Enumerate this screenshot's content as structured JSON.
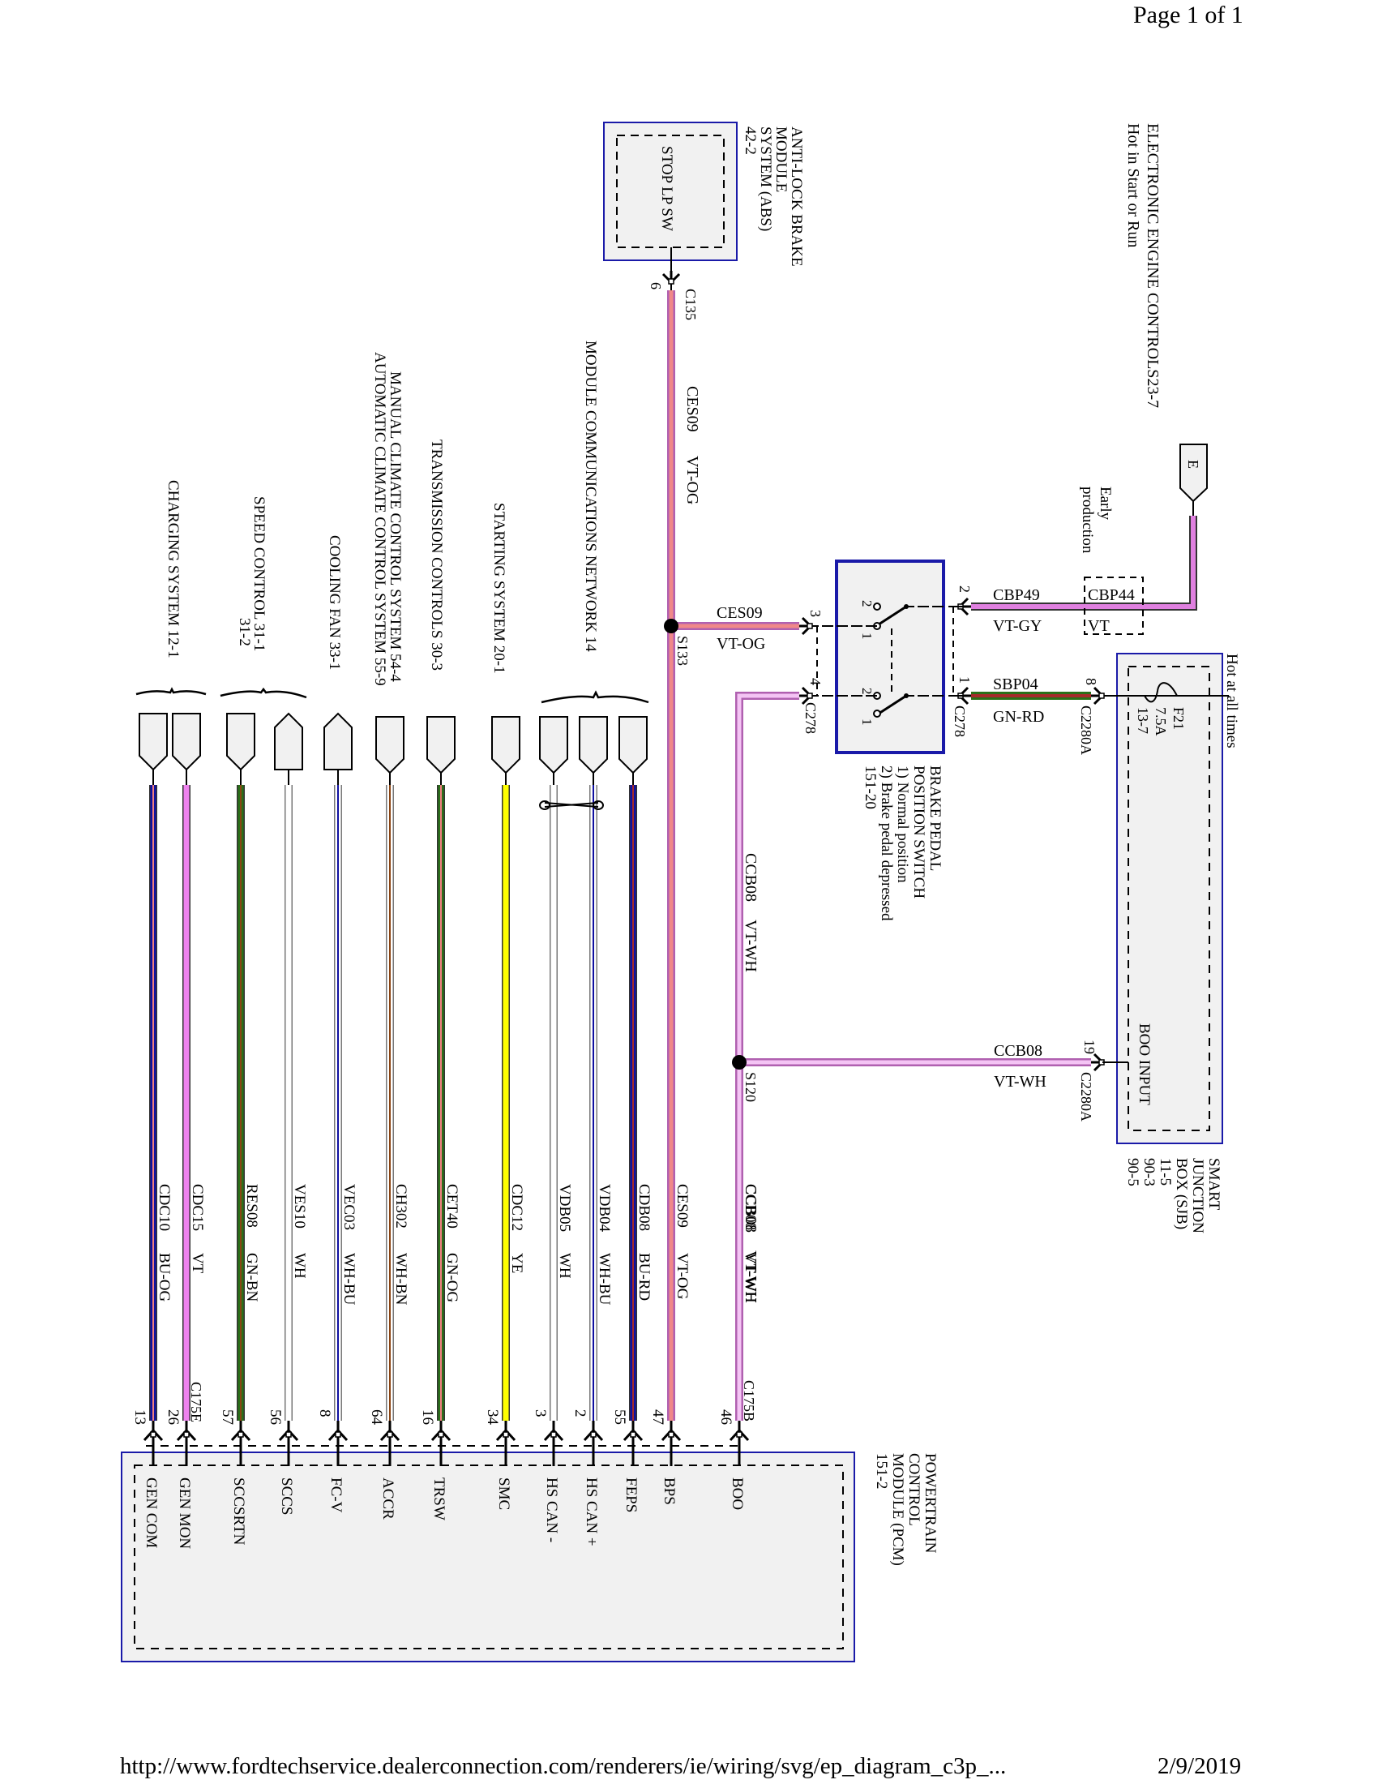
{
  "header": {
    "page_label": "Page 1 of 1"
  },
  "footer": {
    "url": "http://www.fordtechservice.dealerconnection.com/renderers/ie/wiring/svg/ep_diagram_c3p_...",
    "date": "2/9/2019"
  },
  "colors": {
    "module_border": "#1a1aa8",
    "module_fill": "#f1f1f1",
    "VT": "#ee82ee",
    "OG": "#f08080",
    "WH": "#ffffff",
    "BU": "#1010a0",
    "GN": "#2a7019",
    "RD": "#a52a2a",
    "BN": "#8b4513",
    "YE": "#ffff00",
    "GY": "#b0b0b0"
  },
  "modules": {
    "eec": {
      "title": "ELECTRONIC ENGINE CONTROLS",
      "ref": "23-7",
      "note": "Hot in Start or Run",
      "connector_label": "E"
    },
    "abs": {
      "lines": [
        "ANTI-LOCK BRAKE",
        "MODULE",
        "SYSTEM (ABS)",
        "42-2"
      ],
      "internal": "STOP LP SW"
    },
    "bpp": {
      "lines": [
        "BRAKE PEDAL",
        "POSITION SWITCH",
        "1) Normal position",
        "2) Brake pedal depressed",
        "151-20"
      ]
    },
    "sjb": {
      "lines": [
        "SMART",
        "JUNCTION",
        "BOX (SJB)",
        "11-5",
        "90-3",
        "90-5"
      ],
      "note": "Hot at all times",
      "fuse": [
        "F21",
        "7.5A",
        "13-7"
      ],
      "internal": "BOO INPUT"
    },
    "pcm": {
      "lines": [
        "POWERTRAIN",
        "CONTROL",
        "MODULE (PCM)",
        "151-2"
      ]
    }
  },
  "early_production": "Early\nproduction",
  "early_production_lines": [
    "Early",
    "production"
  ],
  "switch_positions": {
    "pos1": "1",
    "pos2": "2"
  },
  "upper_wires": {
    "cbp49": {
      "circuit": "CBP49",
      "color": "VT-GY",
      "pin": "2"
    },
    "cbp44": {
      "circuit": "CBP44",
      "color": "VT"
    },
    "sbp04": {
      "circuit": "SBP04",
      "color": "GN-RD",
      "pin_bpp": "1",
      "pin_sjb": "8",
      "connector_bpp": "C278",
      "connector_sjb": "C2280A"
    },
    "ces09_h": {
      "circuit": "CES09",
      "color": "VT-OG",
      "pin": "3"
    },
    "ccb08_top": {
      "pin": "4",
      "connector": "C278"
    },
    "ccb08_h": {
      "circuit": "CCB08",
      "color": "VT-WH",
      "pin": "19",
      "connector": "C2280A"
    },
    "ces09_v": {
      "circuit": "CES09",
      "color": "VT-OG",
      "pin": "6",
      "connector": "C135"
    },
    "ccb08_v": {
      "circuit": "CCB08",
      "color": "VT-WH"
    }
  },
  "splices": {
    "s133": "S133",
    "s120": "S120"
  },
  "pcm_connectors": {
    "c175b": "C175B",
    "c175e": "C175E"
  },
  "references": {
    "charging": "CHARGING SYSTEM 12-1",
    "speed": [
      "SPEED CONTROL 31-1",
      "31-2"
    ],
    "cooling": "COOLING FAN   33-1",
    "climate_manual": "MANUAL CLIMATE CONTROL SYSTEM 54-4",
    "climate_auto": "AUTOMATIC CLIMATE CONTROL SYSTEM 55-9",
    "transmission": "TRANSMISSION CONTROLS  30-3",
    "starting": "STARTING SYSTEM  20-1",
    "network": "MODULE COMMUNICATIONS NETWORK 14"
  },
  "pcm_wires": [
    {
      "circuit": "CDC10",
      "color": "BU-OG",
      "pin": "13",
      "pcm_label": "GEN COM"
    },
    {
      "circuit": "CDC15",
      "color": "VT",
      "pin": "26",
      "pcm_label": "GEN MON"
    },
    {
      "circuit": "RES08",
      "color": "GN-BN",
      "pin": "57",
      "pcm_label": "SCCSRTN"
    },
    {
      "circuit": "VES10",
      "color": "WH",
      "pin": "56",
      "pcm_label": "SCCS"
    },
    {
      "circuit": "VEC03",
      "color": "WH-BU",
      "pin": "8",
      "pcm_label": "FC-V"
    },
    {
      "circuit": "CH302",
      "color": "WH-BN",
      "pin": "64",
      "pcm_label": "ACCR"
    },
    {
      "circuit": "CET40",
      "color": "GN-OG",
      "pin": "16",
      "pcm_label": "TRSW"
    },
    {
      "circuit": "CDC12",
      "color": "YE",
      "pin": "34",
      "pcm_label": "SMC"
    },
    {
      "circuit": "VDB05",
      "color": "WH",
      "pin": "3",
      "pcm_label": "HS CAN -"
    },
    {
      "circuit": "VDB04",
      "color": "WH-BU",
      "pin": "2",
      "pcm_label": "HS CAN +"
    },
    {
      "circuit": "CDB08",
      "color": "BU-RD",
      "pin": "55",
      "pcm_label": "FEPS"
    },
    {
      "circuit": "CES09",
      "color": "VT-OG",
      "pin": "47",
      "pcm_label": "BPS"
    },
    {
      "circuit": "CCB08",
      "color": "VT-WH",
      "pin": "46",
      "pcm_label": "BOO"
    }
  ]
}
